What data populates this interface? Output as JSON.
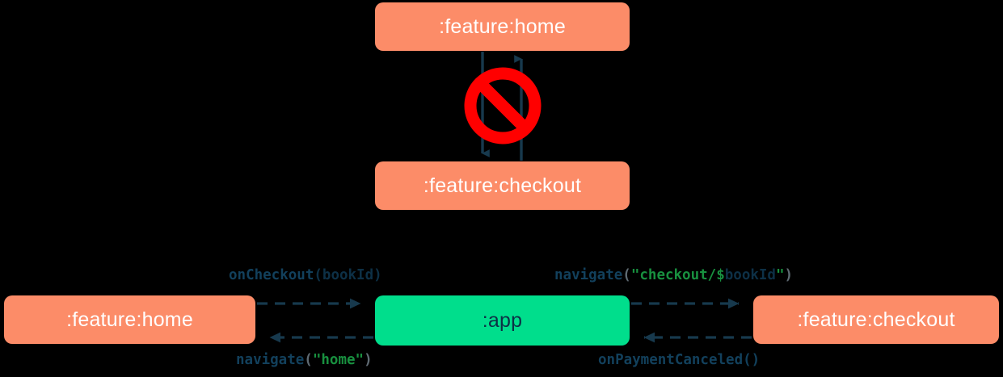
{
  "diagram": {
    "title": "module navigation diagram",
    "colors": {
      "background": "#000000",
      "feature_module": "#fc8c68",
      "app_module": "#00de8c",
      "arrow": "#17394d",
      "prohibited": "#ff0000",
      "code_function": "#12405c",
      "code_identifier": "#0d3046",
      "code_paren": "#5f6b73",
      "code_string": "#18903f"
    },
    "top_cluster": {
      "home_label": ":feature:home",
      "checkout_label": ":feature:checkout",
      "forbidden_icon": "prohibition-sign",
      "relation": "bidirectional-forbidden"
    },
    "bottom_row": {
      "home_label": ":feature:home",
      "app_label": ":app",
      "checkout_label": ":feature:checkout"
    },
    "edge_labels": {
      "home_to_app": {
        "full": "onCheckout(bookId)",
        "fn": "onCheckout",
        "open": "(",
        "arg": "bookId",
        "close": ")"
      },
      "app_to_checkout": {
        "full": "navigate(\"checkout/$bookId\")",
        "fn": "navigate",
        "open": "(",
        "str_start": "\"checkout/",
        "dollar": "$",
        "arg": "bookId",
        "str_end": "\"",
        "close": ")"
      },
      "app_to_home": {
        "full": "navigate(\"home\")",
        "fn": "navigate",
        "open": "(",
        "str": "\"home\"",
        "close": ")"
      },
      "checkout_to_app": {
        "full": "onPaymentCanceled()",
        "fn": "onPaymentCanceled",
        "parens": "()"
      }
    }
  }
}
